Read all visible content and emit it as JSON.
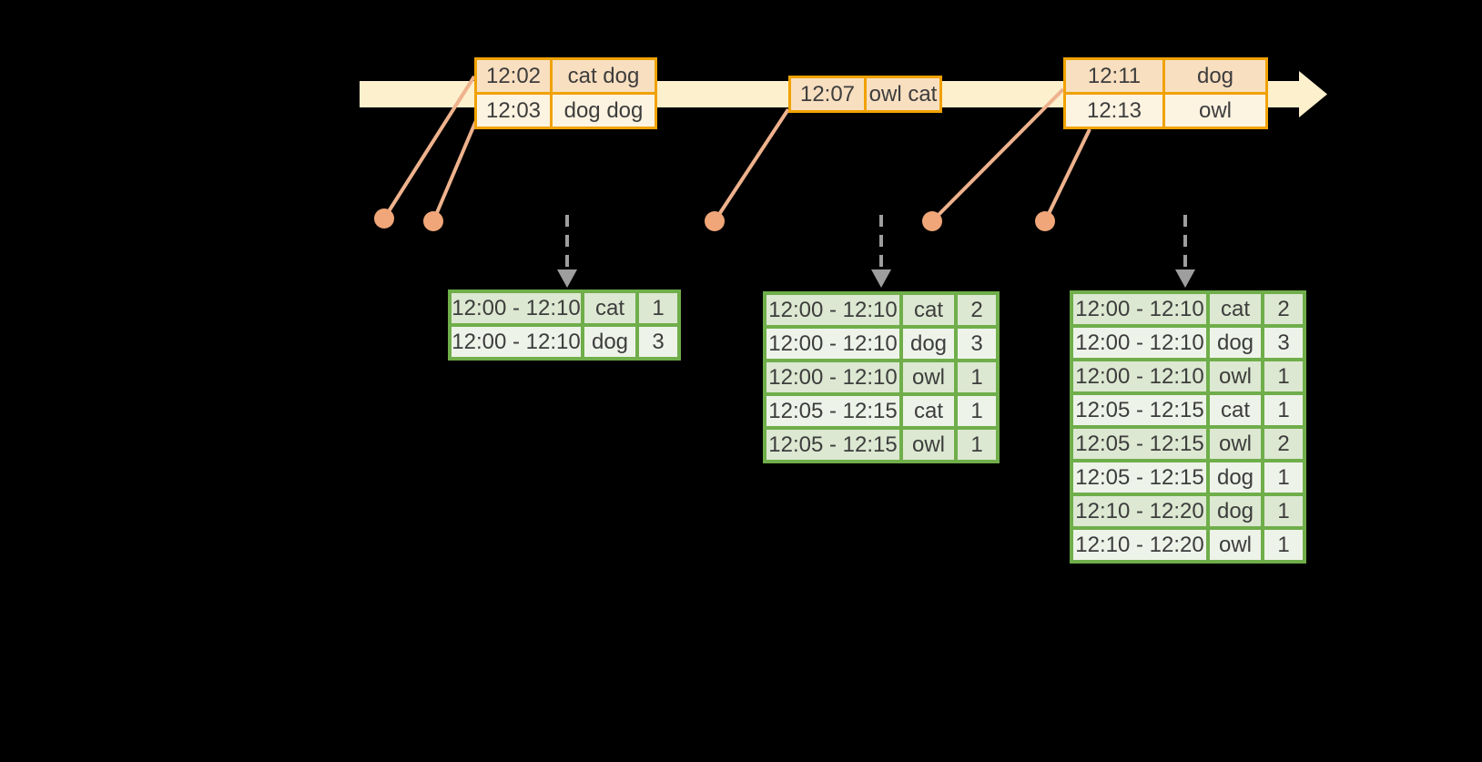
{
  "colors": {
    "background": "#000000",
    "timeline_fill": "#fdf0cc",
    "event_border": "#f0a202",
    "event_row_dark": "#f8dfc0",
    "event_row_light": "#fdf3e1",
    "green_border": "#6fae4a",
    "green_row_dark": "#dce8d1",
    "green_row_light": "#eef3e9",
    "connector": "#eeb28d",
    "dot": "#f0a678",
    "dashed_arrow": "#9e9e9e",
    "text": "#3d3d3d"
  },
  "event_tables": [
    {
      "rows": [
        {
          "time": "12:02",
          "words": "cat dog"
        },
        {
          "time": "12:03",
          "words": "dog dog"
        }
      ]
    },
    {
      "rows": [
        {
          "time": "12:07",
          "words": "owl cat"
        }
      ]
    },
    {
      "rows": [
        {
          "time": "12:11",
          "words": "dog"
        },
        {
          "time": "12:13",
          "words": "owl"
        }
      ]
    }
  ],
  "result_tables": [
    {
      "rows": [
        {
          "window": "12:00 - 12:10",
          "word": "cat",
          "count": "1"
        },
        {
          "window": "12:00 - 12:10",
          "word": "dog",
          "count": "3"
        }
      ]
    },
    {
      "rows": [
        {
          "window": "12:00 - 12:10",
          "word": "cat",
          "count": "2"
        },
        {
          "window": "12:00 - 12:10",
          "word": "dog",
          "count": "3"
        },
        {
          "window": "12:00 - 12:10",
          "word": "owl",
          "count": "1"
        },
        {
          "window": "12:05 - 12:15",
          "word": "cat",
          "count": "1"
        },
        {
          "window": "12:05 - 12:15",
          "word": "owl",
          "count": "1"
        }
      ]
    },
    {
      "rows": [
        {
          "window": "12:00 - 12:10",
          "word": "cat",
          "count": "2"
        },
        {
          "window": "12:00 - 12:10",
          "word": "dog",
          "count": "3"
        },
        {
          "window": "12:00 - 12:10",
          "word": "owl",
          "count": "1"
        },
        {
          "window": "12:05 - 12:15",
          "word": "cat",
          "count": "1"
        },
        {
          "window": "12:05 - 12:15",
          "word": "owl",
          "count": "2"
        },
        {
          "window": "12:05 - 12:15",
          "word": "dog",
          "count": "1"
        },
        {
          "window": "12:10 - 12:20",
          "word": "dog",
          "count": "1"
        },
        {
          "window": "12:10 - 12:20",
          "word": "owl",
          "count": "1"
        }
      ]
    }
  ]
}
